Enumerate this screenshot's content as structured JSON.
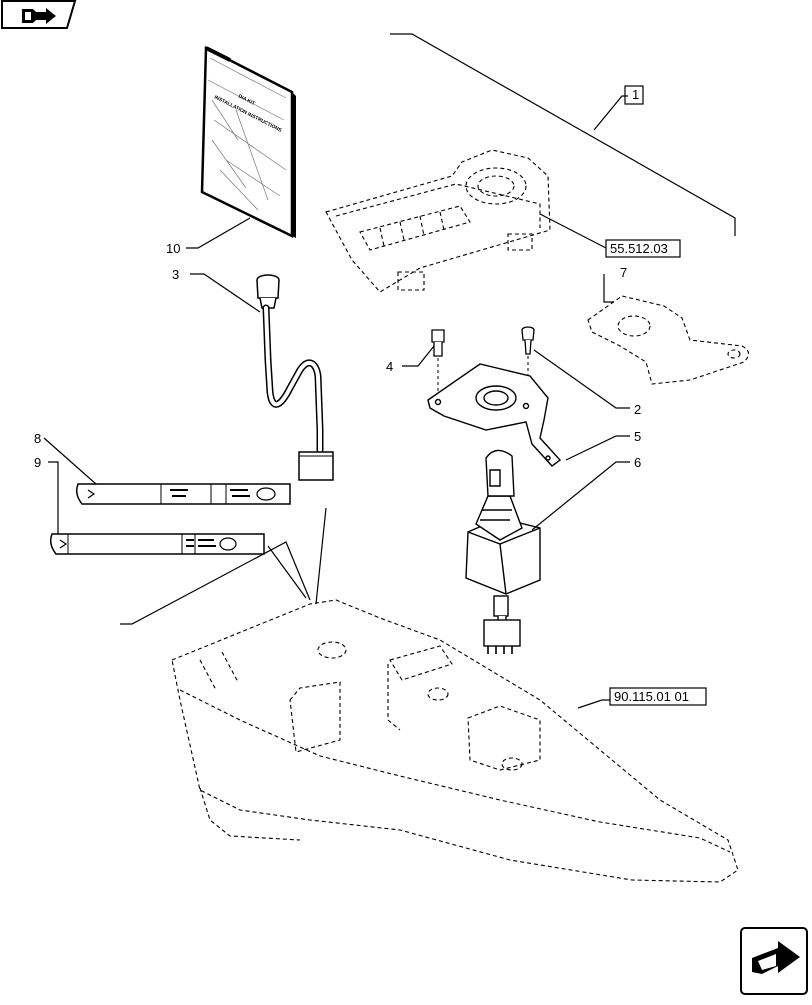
{
  "nav": {
    "top_icon": "arrow-back-icon",
    "bottom_icon": "arrow-next-icon"
  },
  "callouts": {
    "c1": "1",
    "c2": "2",
    "c3": "3",
    "c4": "4",
    "c5": "5",
    "c6": "6",
    "c7": "7",
    "c8": "8",
    "c9": "9",
    "c10": "10"
  },
  "refs": {
    "console_ref": "55.512.03",
    "base_ref": "90.115.01 01"
  },
  "manual": {
    "line1": "DIA KIT",
    "line2": "INSTALLATION INSTRUCTIONS"
  }
}
